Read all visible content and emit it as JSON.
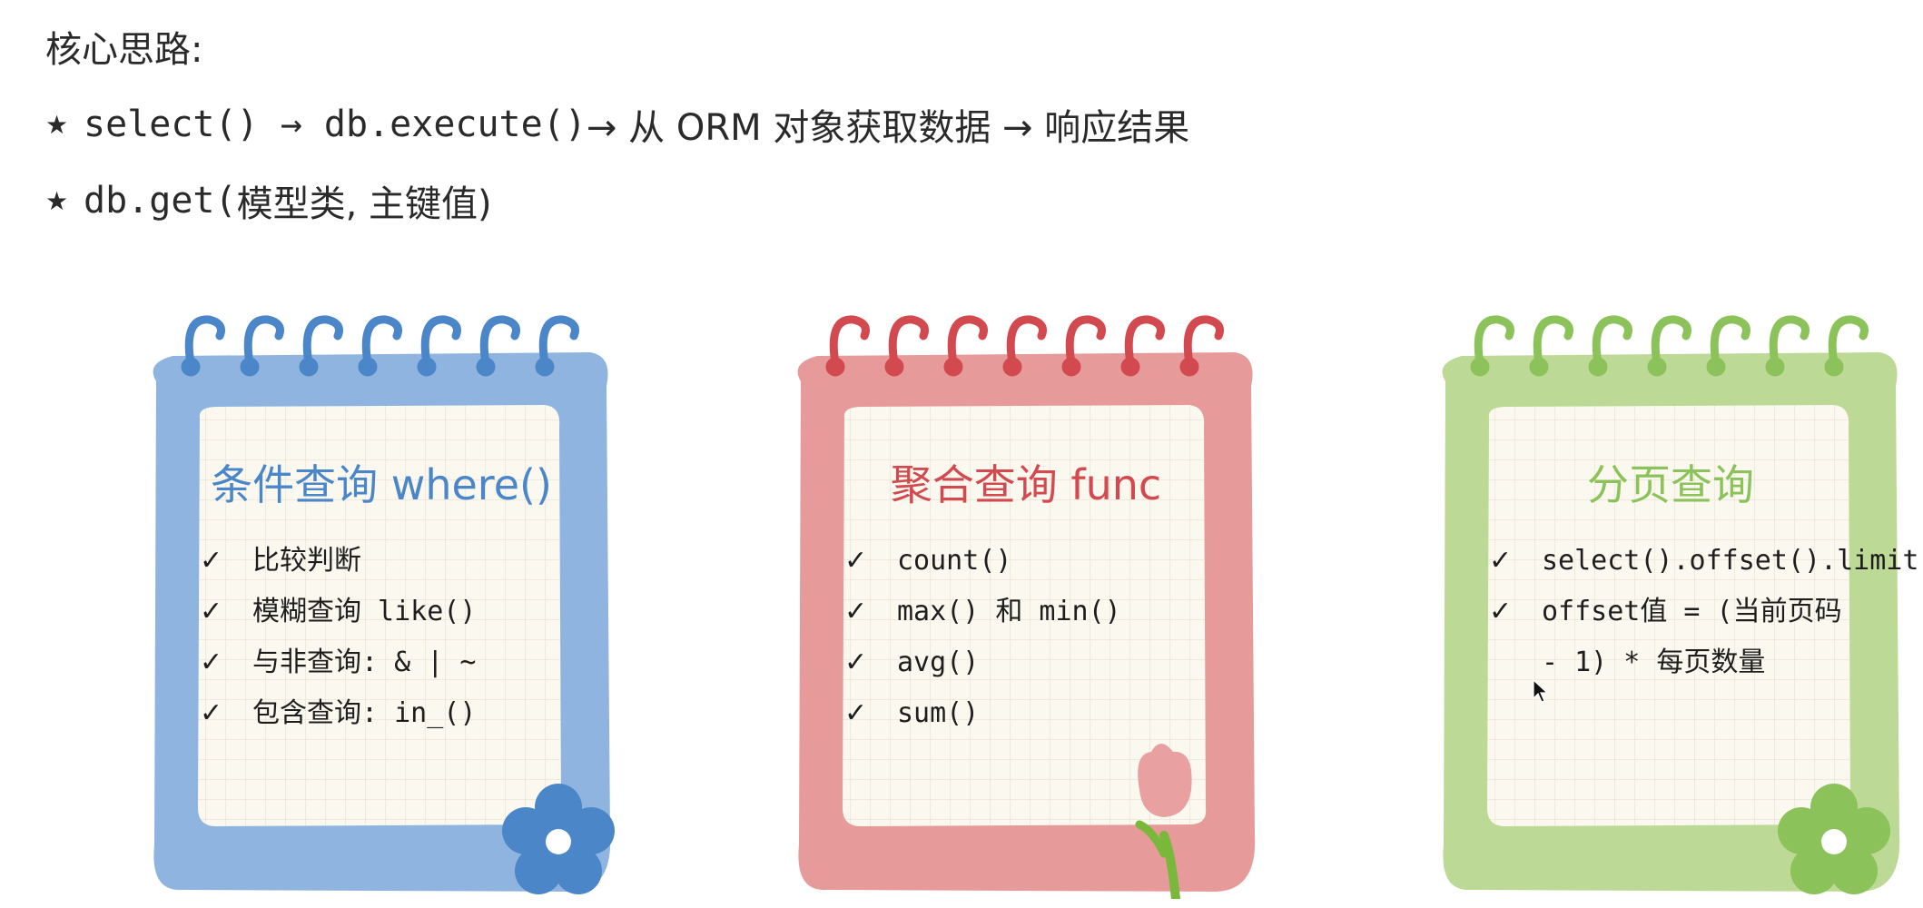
{
  "heading": "核心思路:",
  "bullets": [
    {
      "star": "★",
      "code": "select() → db.execute()",
      "rest": " → 从 ORM 对象获取数据 → 响应结果"
    },
    {
      "star": "★",
      "code": "db.get(",
      "rest": "模型类, 主键值)"
    }
  ],
  "cards": [
    {
      "title": "条件查询 where()",
      "items": [
        "比较判断",
        "模糊查询 like()",
        "与非查询: & | ~",
        "包含查询: in_()"
      ],
      "color": "#8fb4e0",
      "ring_color": "#4a86c8",
      "flower_color": "#4a86c8"
    },
    {
      "title": "聚合查询 func",
      "items": [
        "count()",
        "max() 和 min()",
        "avg()",
        "sum()"
      ],
      "color": "#e79a9a",
      "ring_color": "#d24a4f",
      "flower_color": "#e8a0a0"
    },
    {
      "title": "分页查询",
      "items": [
        "select().offset().limit()",
        "offset值 = (当前页码 - 1) * 每页数量"
      ],
      "color": "#bcd996",
      "ring_color": "#8cc25a",
      "flower_color": "#8cc25a"
    }
  ],
  "check": "✓"
}
